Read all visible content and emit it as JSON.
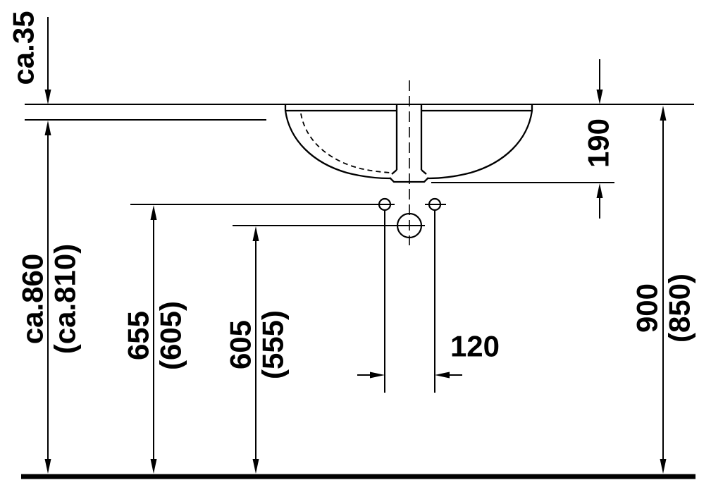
{
  "drawing": {
    "type": "technical-installation-drawing",
    "subject": "undercounter-washbasin-section",
    "background_color": "#ffffff",
    "line_color": "#000000",
    "dims": {
      "counter_thickness": "ca.35",
      "underside_height": {
        "main": "ca.860",
        "alt": "(ca.810)"
      },
      "rim_to_outlet": "190",
      "rim_height": {
        "main": "900",
        "alt": "(850)"
      },
      "holes_height": {
        "main": "655",
        "alt": "(605)"
      },
      "outlet_center_height": {
        "main": "605",
        "alt": "(555)"
      },
      "hole_spacing": "120"
    }
  }
}
